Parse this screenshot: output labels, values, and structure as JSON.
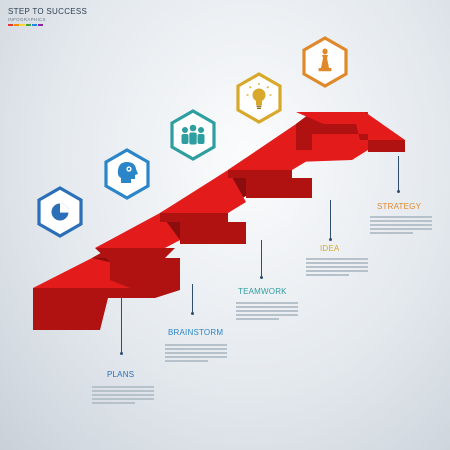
{
  "header": {
    "title": "STEP TO SUCCESS",
    "subtitle": "INFOGRAPHICS",
    "bar_colors": [
      "#e53935",
      "#fb8c00",
      "#fdd835",
      "#43a047",
      "#1e88e5",
      "#8e24aa"
    ]
  },
  "stair_colors": {
    "top": "#e31b1b",
    "front": "#b01212",
    "side": "#c61616",
    "shadow": "#8c0d0d"
  },
  "steps": [
    {
      "label": "PLANS",
      "color": "#2a6fb8",
      "icon": "pie-chart-icon"
    },
    {
      "label": "BRAINSTORM",
      "color": "#2a86c8",
      "icon": "head-icon"
    },
    {
      "label": "TEAMWORK",
      "color": "#2f9ea0",
      "icon": "team-icon"
    },
    {
      "label": "IDEA",
      "color": "#d7a82a",
      "icon": "lightbulb-icon"
    },
    {
      "label": "STRATEGY",
      "color": "#e0892b",
      "icon": "chess-icon"
    }
  ]
}
